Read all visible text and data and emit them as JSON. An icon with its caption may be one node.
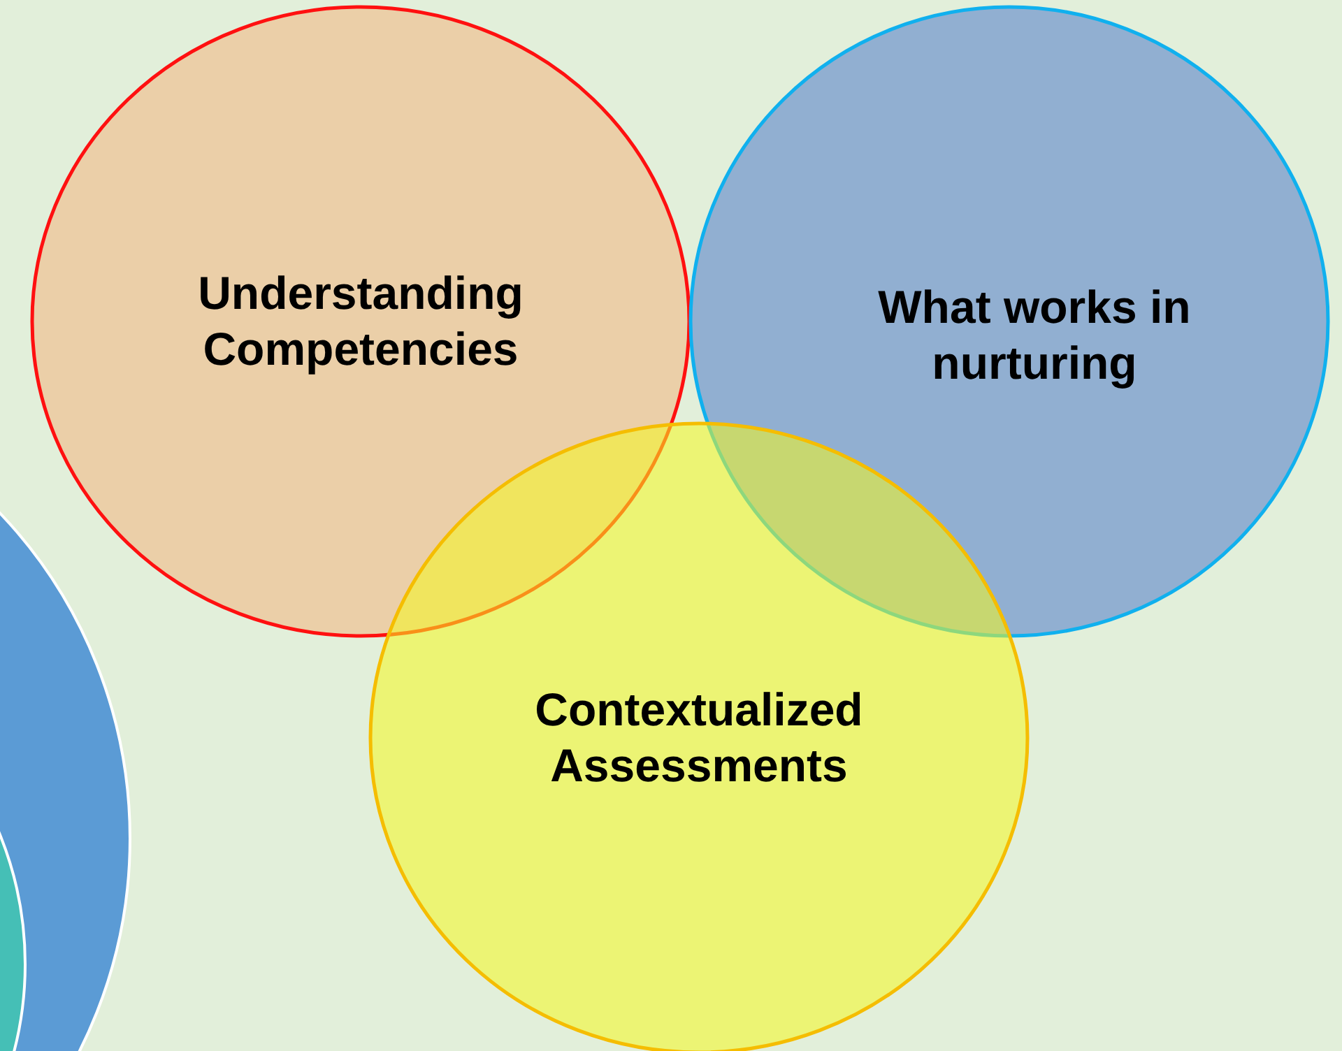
{
  "diagram": {
    "nodes": [
      {
        "text": [
          "Understanding Competencies"
        ]
      },
      {
        "text": [
          "What works in nurturing"
        ]
      },
      {
        "text": [
          "Contextualized Assessments"
        ]
      }
    ]
  }
}
